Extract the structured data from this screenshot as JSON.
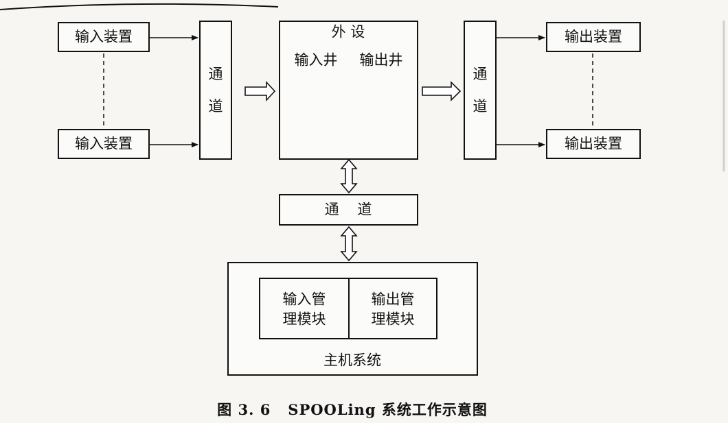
{
  "diagram": {
    "input_devices": [
      "输入装置",
      "输入装置"
    ],
    "output_devices": [
      "输出装置",
      "输出装置"
    ],
    "left_channel": "通 道",
    "right_channel": "通 道",
    "peripheral": {
      "title": "外  设",
      "input_well": "输入井",
      "output_well": "输出井"
    },
    "middle_channel": "通    道",
    "host": {
      "title": "主机系统",
      "input_module": [
        "输入管",
        "理模块"
      ],
      "output_module": [
        "输出管",
        "理模块"
      ]
    }
  },
  "caption": {
    "figure_number": "图 3. 6",
    "text": "SPOOLing 系统工作示意图"
  }
}
